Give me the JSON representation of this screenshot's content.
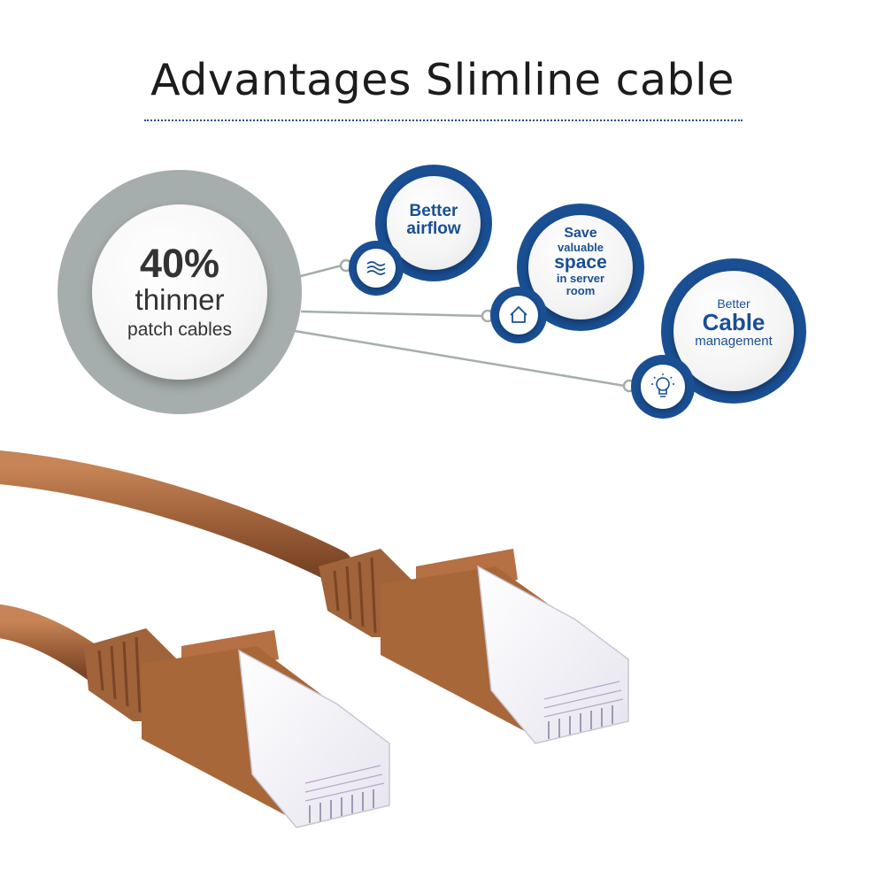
{
  "title": "Advantages Slimline cable",
  "main_badge": {
    "value": "40%",
    "line2": "thinner",
    "line3": "patch cables"
  },
  "features": [
    {
      "lines": [
        "Better",
        "airflow"
      ],
      "icon": "airflow-icon"
    },
    {
      "lines": [
        "Save",
        "valuable",
        "space",
        "in server",
        "room"
      ],
      "icon": "house-icon"
    },
    {
      "lines": [
        "Better",
        "Cable",
        "management"
      ],
      "icon": "lightbulb-icon"
    }
  ],
  "colors": {
    "accent_blue": "#1a4f93",
    "ring_grey": "#a5aeac",
    "cable_brown": "#a0633a"
  }
}
